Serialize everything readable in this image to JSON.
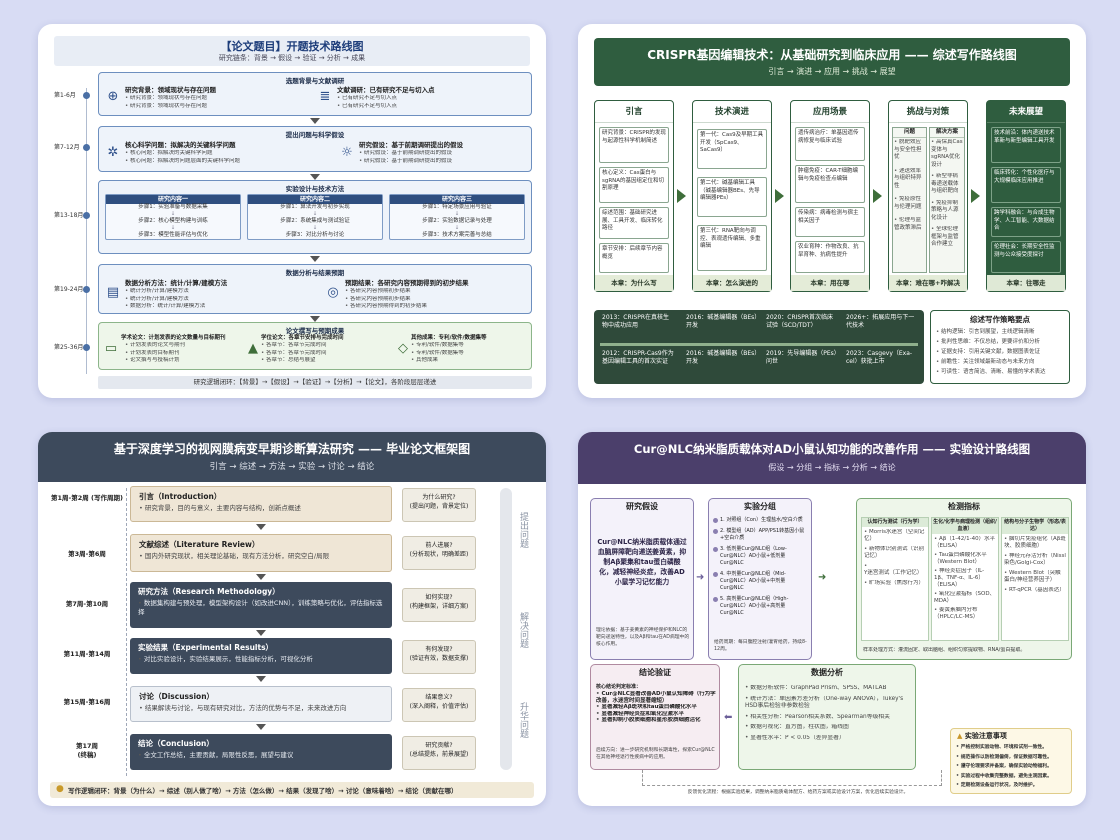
{
  "c1": {
    "title": "【论文题目】开题技术路线图",
    "subtitle": "研究链条：背景 → 假设 → 验证 → 分析 → 成果",
    "stages": [
      "第1-6月",
      "第7-12月",
      "第13-18月",
      "第19-24月",
      "第25-36月"
    ],
    "s1": {
      "title": "选题背景与文献调研",
      "l": {
        "h": "研究背景：领域现状与存在问题",
        "items": [
          "研究背景：领域现状与存在问题",
          "研究背景：领域现状与存在问题"
        ]
      },
      "r": {
        "h": "文献调研：已有研究不足与切入点",
        "items": [
          "已有研究不足与切入点",
          "已有研究不足与切入点"
        ]
      }
    },
    "s2": {
      "title": "提出问题与科学假设",
      "l": {
        "h": "核心科学问题：拟解决的关键科学问题",
        "items": [
          "核心问题：拟解决的关键科学问题",
          "核心问题：拟解决的问题层面的关键科学问题"
        ]
      },
      "r": {
        "h": "研究假设：基于前期调研提出的假设",
        "items": [
          "研究假设：基于前期调研提出的假设",
          "研究假设：基于前期调研提出的假设"
        ]
      }
    },
    "s3": {
      "title": "实验设计与技术方法",
      "cols": [
        {
          "h": "研究内容一",
          "steps": [
            "步骤1：实验准备与数据采集",
            "步骤2：核心模型构建与训练",
            "步骤3：模型性能评估与优化"
          ]
        },
        {
          "h": "研究内容二",
          "steps": [
            "步骤1：算法开发与初步实现",
            "步骤2：系统集成与测试验证",
            "步骤3：对比分析与讨论"
          ]
        },
        {
          "h": "研究内容三",
          "steps": [
            "步骤1：特定场景应用与验证",
            "步骤2：实验数据记录与处理",
            "步骤3：技术方案完善与总结"
          ]
        }
      ]
    },
    "s4": {
      "title": "数据分析与结果预期",
      "l": {
        "h": "数据分析方法：统计/计算/建模方法",
        "items": [
          "统计分析/计算/建模方法",
          "统计分析/计算/建模方法",
          "数据分析：统计/计算/建模方法"
        ]
      },
      "r": {
        "h": "预期结果：各研究内容预期得到的初步结果",
        "items": [
          "各研究内容预期初步结果",
          "各研究内容预期初步结果",
          "各研究内容预期得到的初步结果"
        ]
      }
    },
    "s5": {
      "title": "论文撰写与预期成果",
      "a": {
        "h": "学术论文：计划发表的论文数量与目标期刊",
        "items": [
          "计划发表的论文与期刊",
          "计划发表的目标期刊",
          "论文撰写与投稿计划"
        ]
      },
      "b": {
        "h": "学位论文：各章节安排与完成时间",
        "items": [
          "各章节：各章节完成时间",
          "各章节：各章节完成时间",
          "各章节：总结与展望"
        ]
      },
      "c": {
        "h": "其他成果：专利/软件/数据集等",
        "items": [
          "专利/软件/数据集等",
          "专利/软件/数据集等",
          "其他成果"
        ]
      }
    },
    "footer": "研究逻辑闭环：【背景】→【假设】→【验证】→【分析】→【论文】，各阶段层层递进"
  },
  "c2": {
    "title": "CRISPR基因编辑技术：从基础研究到临床应用 —— 综述写作路线图",
    "subtitle": "引言 → 演进 → 应用 → 挑战 → 展望",
    "cols": [
      {
        "h": "引言",
        "items": [
          "研究背景：CRISPR的发现与起源性科学机制简述",
          "核心定义：Cas蛋白与sgRNA的基因组定位和切割原理",
          "综述范围：基础研究进展、工具开发、临床转化路径",
          "章节安排：后续章节内容概览"
        ],
        "f": "本章：为什么写"
      },
      {
        "h": "技术演进",
        "items": [
          "第一代：Cas9及早期工具开发（SpCas9、SaCas9）",
          "第二代：碱基编辑工具（碱基编辑器BEs、先导编辑器PEs）",
          "第三代：RNA靶向与调控、表观遗传编辑、多重编辑"
        ],
        "f": "本章：怎么演进的"
      },
      {
        "h": "应用场景",
        "items": [
          "遗传病治疗：单基因遗传病修复与临床试验",
          "肿瘤免疫：CAR-T细胞编辑与免疫检查点编辑",
          "传染病：病毒检测与宿主相关因子",
          "农业育种：作物改良、抗旱育种、抗病性提升"
        ],
        "f": "本章：用在哪"
      },
      {
        "h": "挑战与对策",
        "l": {
          "h": "问题",
          "items": [
            "脱靶效应与安全性担忧",
            "递送效率与组织特异性",
            "免疫原性与伦理问题",
            "伦理与监管政策滞后"
          ]
        },
        "r": {
          "h": "解决方案",
          "items": [
            "高保真Cas变体与sgRNA优化设计",
            "新型非病毒递送载体与组织靶向",
            "免疫抑制策略与人源化设计",
            "全球伦理框架与监管合作建立"
          ]
        },
        "f": "本章：难在哪+咋解决"
      },
      {
        "h": "未来展望",
        "items": [
          "技术前沿：体内递送技术革新与新型编辑工具开发",
          "临床转化：个性化医疗与大规模临床应用推进",
          "跨学科融合：与合成生物学、人工智能、大数据结合",
          "伦理社会：长期安全性监测与公众接受度探讨"
        ],
        "f": "本章：往哪走"
      }
    ],
    "timeline": {
      "top": [
        "2013：CRISPR在真核生物中成功应用",
        "2016：碱基编辑器（BEs）开发",
        "2020：CRISPR首次临床试验（SCD/TDT）",
        "2026+：拓展应用与下一代技术"
      ],
      "bot": [
        "2012：CRISPR-Cas9作为基因编辑工具的首次实证",
        "2016：碱基编辑器（BEs）开发",
        "2019：先导编辑器（PEs）问世",
        "2023：Casgevy（Exa-cel）获批上市"
      ]
    },
    "strategy": {
      "h": "综述写作策略要点",
      "items": [
        "结构逻辑：引言到展望，主线逻辑清晰",
        "批判性思维：不仅总结，更要评价和分析",
        "证据支持：引用关键文献，数据图表佐证",
        "前瞻性：关注领域最新动态与未来方向",
        "可读性：语言简洁、清晰、易懂的学术表达"
      ]
    }
  },
  "c3": {
    "title": "基于深度学习的视网膜病变早期诊断算法研究 —— 毕业论文框架图",
    "subtitle": "引言 → 综述 → 方法 → 实验 → 讨论 → 结论",
    "rows": [
      {
        "w": "第1周-第2周\n(写作周期)",
        "t": "引言（Introduction）",
        "d": "研究背景，目的与意义，主要内容与结构，创新点概述",
        "q": "为什么研究?\n(提出问题，背景定位)"
      },
      {
        "w": "第3周-第6周",
        "t": "文献综述（Literature Review）",
        "d": "国内外研究现状，相关理论基础，现有方法分析，研究空白/局限",
        "q": "前人进展?\n(分析现状，明确差距)"
      },
      {
        "w": "第7周-第10周",
        "t": "研究方法（Research Methodology）",
        "d": "数据集构建与预处理，模型架构设计（如改进CNN），训练策略与优化，评估指标选择",
        "q": "如何实现?\n(构建框架，详细方案)"
      },
      {
        "w": "第11周-第14周",
        "t": "实验结果（Experimental Results）",
        "d": "对比实验设计，实验结果展示，性能指标分析，可视化分析",
        "q": "有何发现?\n(验证有效，数据支撑)"
      },
      {
        "w": "第15周-第16周",
        "t": "讨论（Discussion）",
        "d": "结果解读与讨论，与现有研究对比，方法的优势与不足，未来改进方向",
        "q": "结果意义?\n(深入阐释，价值评估)"
      },
      {
        "w": "第17周\n(终稿)",
        "t": "结论（Conclusion）",
        "d": "全文工作总结，主要贡献，局限性反思，展望与建议",
        "q": "研究贡献?\n(总结提炼，前景展望)"
      }
    ],
    "side": [
      "提出问题",
      "解决问题",
      "升华问题"
    ],
    "footer": "写作逻辑闭环：背景（为什么）→ 综述（别人做了啥）→ 方法（怎么做）→ 结果（发现了啥）→ 讨论（意味着啥）→ 结论（贡献在哪）"
  },
  "c4": {
    "title": "Cur@NLC纳米脂质载体对AD小鼠认知功能的改善作用 —— 实验设计路线图",
    "subtitle": "假设 → 分组 → 指标 → 分析 → 结论",
    "hyp": {
      "h": "研究假设",
      "body": "Cur@NLC纳米脂质载体通过血脑屏障靶向递送姜黄素，抑制Aβ聚集和tau蛋白磷酸化，减轻神经炎症，改善AD小鼠学习记忆能力",
      "note": "理论依据：基于姜黄素的神经保护和NLC的靶向递送特性，以及Aβ和tau在AD病理中的核心作用。"
    },
    "grp": {
      "h": "实验分组",
      "items": [
        "1. 对照组（Con）生理盐水/空白介质",
        "2. 模型组（AD）APP/PS1转基因小鼠+空白介质",
        "3. 低剂量Cur@NLC组（Low-Cur@NLC）AD小鼠+低剂量Cur@NLC",
        "4. 中剂量Cur@NLC组（Mid-Cur@NLC）AD小鼠+中剂量Cur@NLC",
        "5. 高剂量Cur@NLC组（High-Cur@NLC）AD小鼠+高剂量Cur@NLC"
      ],
      "note": "给药周期：每日腹腔注射/灌胃给药，持续8-12周。"
    },
    "ind": {
      "h": "检测指标",
      "cols": [
        {
          "h": "认知行为测试（行为学）",
          "items": [
            "Morris水迷宫（空间记忆）",
            "新物体识别测试（识别记忆）",
            "Y迷宫测试（工作记忆）",
            "旷场实验（焦虑行为）"
          ]
        },
        {
          "h": "生化/化学与病理检测（组织/血液）",
          "items": [
            "Aβ（1-42/1-40）水平（ELISA）",
            "Tau蛋白磷酸化水平（Western Blot）",
            "神经炎症因子（IL-1β、TNF-α、IL-6）（ELISA）",
            "氧化应激指标（SOD、MDA）",
            "姜黄素脑内分布（HPLC/LC-MS）"
          ]
        },
        {
          "h": "结构与分子生物学（形态/表达）",
          "items": [
            "脑切片免疫组化（Aβ斑块、胶质细胞）",
            "神经元存活分析（Nissl染色/Golgi-Cox）",
            "Western Blot（突触蛋白/神经营养因子）",
            "RT-qPCR（基因表达）"
          ]
        }
      ],
      "note": "样本处理方式：灌流固定、取出脑组、组织匀浆提取物、RNA/蛋白提取。"
    },
    "con": {
      "h": "结论验证",
      "sub": "核心结论判定标准：",
      "items": [
        "Cur@NLC显著改善AD小鼠认知障碍（行为学改善，水迷宫时间显著缩短）",
        "显著减轻Aβ斑块和tau蛋白磷酸化水平",
        "显著减轻神经炎症和氧化应激水平",
        "显著抑制小胶质细胞和星形胶质细胞活化"
      ],
      "note": "后续方向：进一步研究机制和长期毒性，探索Cur@NLC在其他神经退行性疾病中的应用。"
    },
    "ana": {
      "h": "数据分析",
      "items": [
        "数据分析软件：GraphPad Prism、SPSS、MATLAB",
        "统计方法：单因素方差分析（One-way ANOVA），Tukey's HSD事后检验非参数检验",
        "相关性分析：Pearson相关系数、Spearman等级相关",
        "数据可视化：直方图，柱状图，箱线图",
        "显著性水平：P < 0.05（差异显著）"
      ]
    },
    "att": {
      "h": "实验注意事项",
      "items": [
        "严格控制实验动物、环境和试剂一致性。",
        "规范操作以防检测偏倚，保证数据可靠性。",
        "遵守伦理要求并备案，确保实验动物福利。",
        "实验过程中收集完整数据，避免主观因素。",
        "定期检测设备运行状况，及时维护。"
      ]
    },
    "fb": "反馈优化流程：根据实验结果，调整纳米脂质载体配方、给药方案或实验设计方案，优化后续实验设计。"
  }
}
